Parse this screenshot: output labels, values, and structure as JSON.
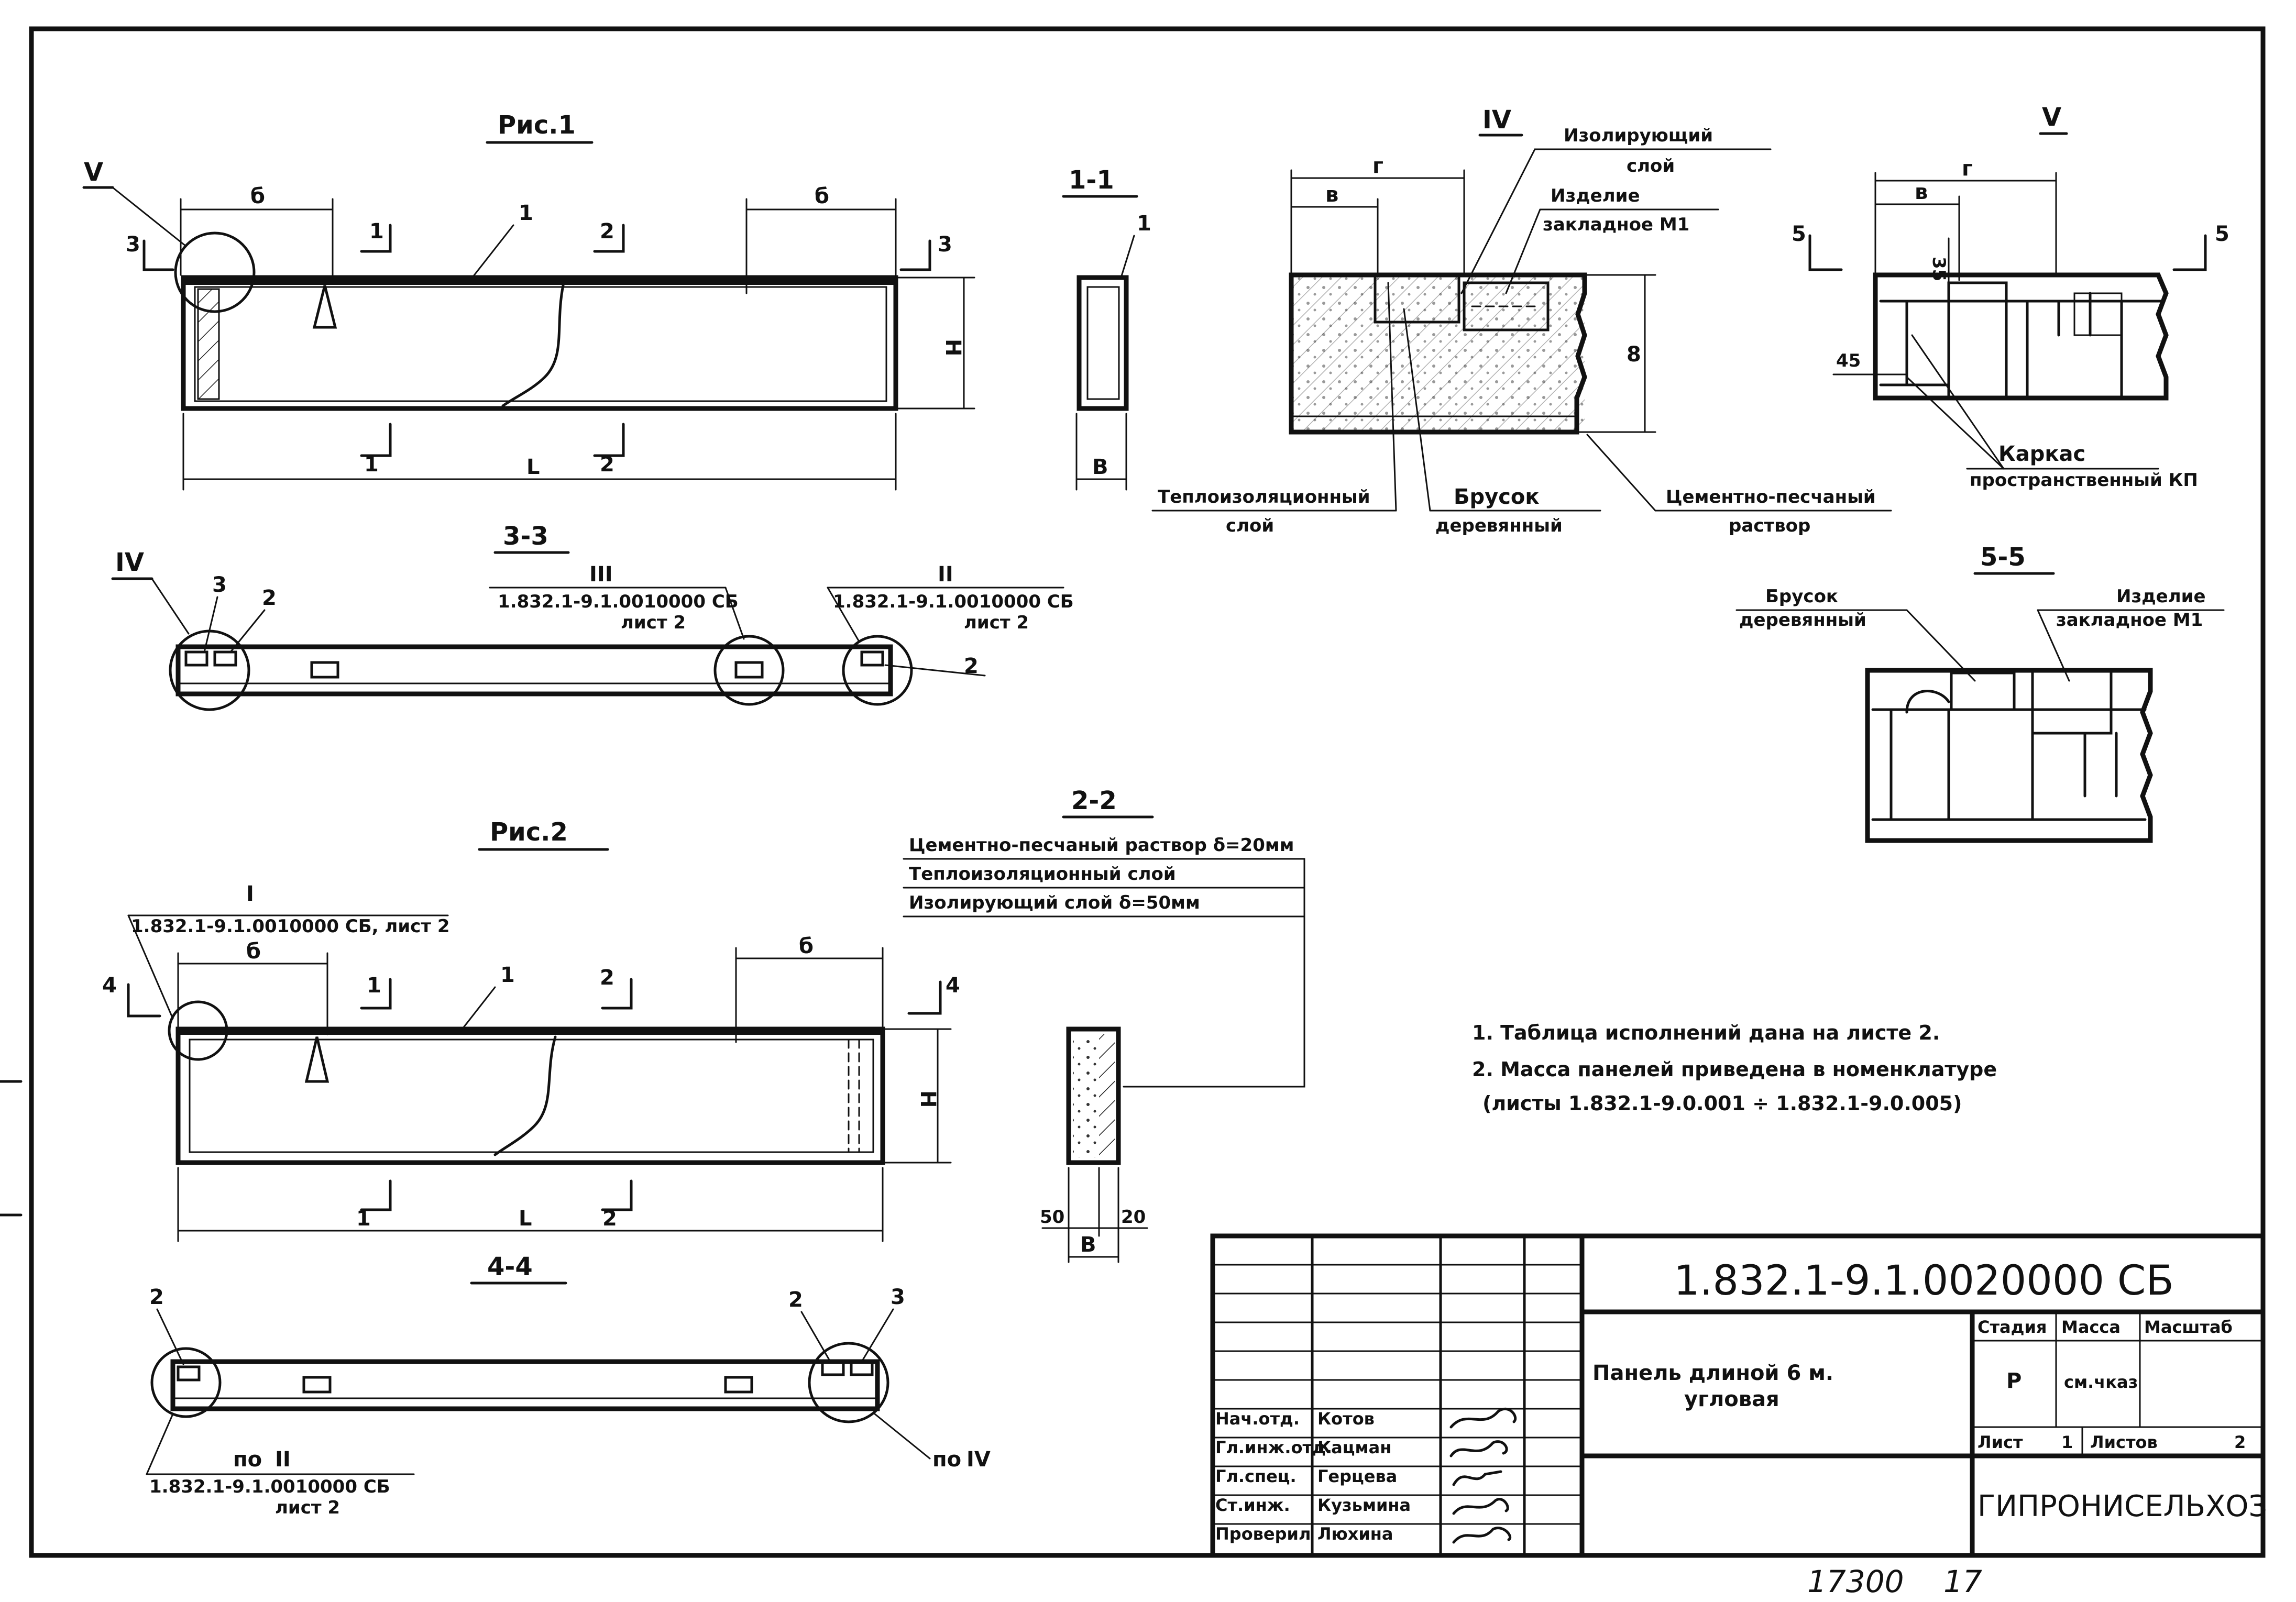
{
  "fig1": {
    "title": "Рис.1",
    "callout_v": "V",
    "dim_b_left": "б",
    "dim_b_right": "б",
    "cut3_left": "3",
    "cut3_right": "3",
    "cut1_top": "1",
    "cut2_top": "2",
    "lead1": "1",
    "dim_h": "Н",
    "cut1_bot": "1",
    "cut2_bot": "2",
    "dim_l": "L"
  },
  "sec11": {
    "title": "1-1",
    "lead1": "1",
    "dim_b": "В"
  },
  "detail_iv": {
    "title": "IV",
    "dim_v": "в",
    "dim_g": "г",
    "dim_8": "8",
    "insul_label_1": "Изолирующий",
    "insul_label_2": "слой",
    "embed_label_1": "Изделие",
    "embed_label_2": "закладное М1",
    "thermo_label_1": "Теплоизоляционный",
    "thermo_label_2": "слой",
    "bar_label_1": "Брусок",
    "bar_label_2": "деревянный",
    "mortar_label_1": "Цементно-песчаный",
    "mortar_label_2": "раствор"
  },
  "detail_v": {
    "title": "V",
    "dim_v": "в",
    "dim_g": "г",
    "dim_35": "35",
    "dim_45": "45",
    "cut5_left": "5",
    "cut5_right": "5",
    "frame_label_1": "Каркас",
    "frame_label_2": "пространственный КП"
  },
  "sec33": {
    "title": "3-3",
    "callout_iv": "IV",
    "lead3": "3",
    "lead2a": "2",
    "lead2b": "2",
    "ref_mid_roman": "III",
    "ref_mid_code": "1.832.1-9.1.0010000 СБ",
    "ref_mid_sheet": "лист 2",
    "ref_right_roman": "II",
    "ref_right_code": "1.832.1-9.1.0010000 СБ",
    "ref_right_sheet": "лист 2"
  },
  "sec55": {
    "title": "5-5",
    "bar_label_1": "Брусок",
    "bar_label_2": "деревянный",
    "embed_label_1": "Изделие",
    "embed_label_2": "закладное М1"
  },
  "fig2": {
    "title": "Рис.2",
    "ref_roman": "I",
    "ref_code": "1.832.1-9.1.0010000 СБ, лист 2",
    "dim_b_left": "б",
    "dim_b_right": "б",
    "cut4_left": "4",
    "cut4_right": "4",
    "cut1_top": "1",
    "cut2_top": "2",
    "lead1": "1",
    "dim_h": "Н",
    "cut1_bot": "1",
    "cut2_bot": "2",
    "dim_l": "L"
  },
  "sec22": {
    "title": "2-2",
    "layers": [
      "Цементно-песчаный раствор δ=20мм",
      "Теплоизоляционный слой",
      "Изолирующий слой δ=50мм"
    ],
    "dim_50": "50",
    "dim_20": "20",
    "dim_b": "В"
  },
  "sec44": {
    "title": "4-4",
    "lead2a": "2",
    "lead2b": "2",
    "lead3": "3",
    "ref_left_po": "по",
    "ref_left_roman": "II",
    "ref_left_code": "1.832.1-9.1.0010000 СБ",
    "ref_left_sheet": "лист 2",
    "ref_right_po": "по",
    "ref_right_roman": "IV"
  },
  "notes": [
    "1. Таблица исполнений дана на листе 2.",
    "2. Масса панелей приведена в номенклатуре",
    "(листы 1.832.1-9.0.001 ÷ 1.832.1-9.0.005)"
  ],
  "stamp": {
    "doc_code": "1.832.1-9.1.0020000 СБ",
    "name_line_1": "Панель длиной 6 м.",
    "name_line_2": "угловая",
    "col_stage": "Стадия",
    "col_mass": "Масса",
    "col_scale": "Масштаб",
    "stage_value": "Р",
    "mass_value": "см.чказ",
    "sheet_label": "Лист",
    "sheet_value": "1",
    "sheets_label": "Листов",
    "sheets_value": "2",
    "org": "ГИПРОНИСЕЛЬХОЗ",
    "staff": [
      {
        "role": "Нач.отд.",
        "name": "Котов"
      },
      {
        "role": "Гл.инж.отд.",
        "name": "Кацман"
      },
      {
        "role": "Гл.спец.",
        "name": "Герцева"
      },
      {
        "role": "Ст.инж.",
        "name": "Кузьмина"
      },
      {
        "role": "Проверил",
        "name": "Люхина"
      }
    ]
  },
  "footer": {
    "number": "17300",
    "page": "17"
  }
}
